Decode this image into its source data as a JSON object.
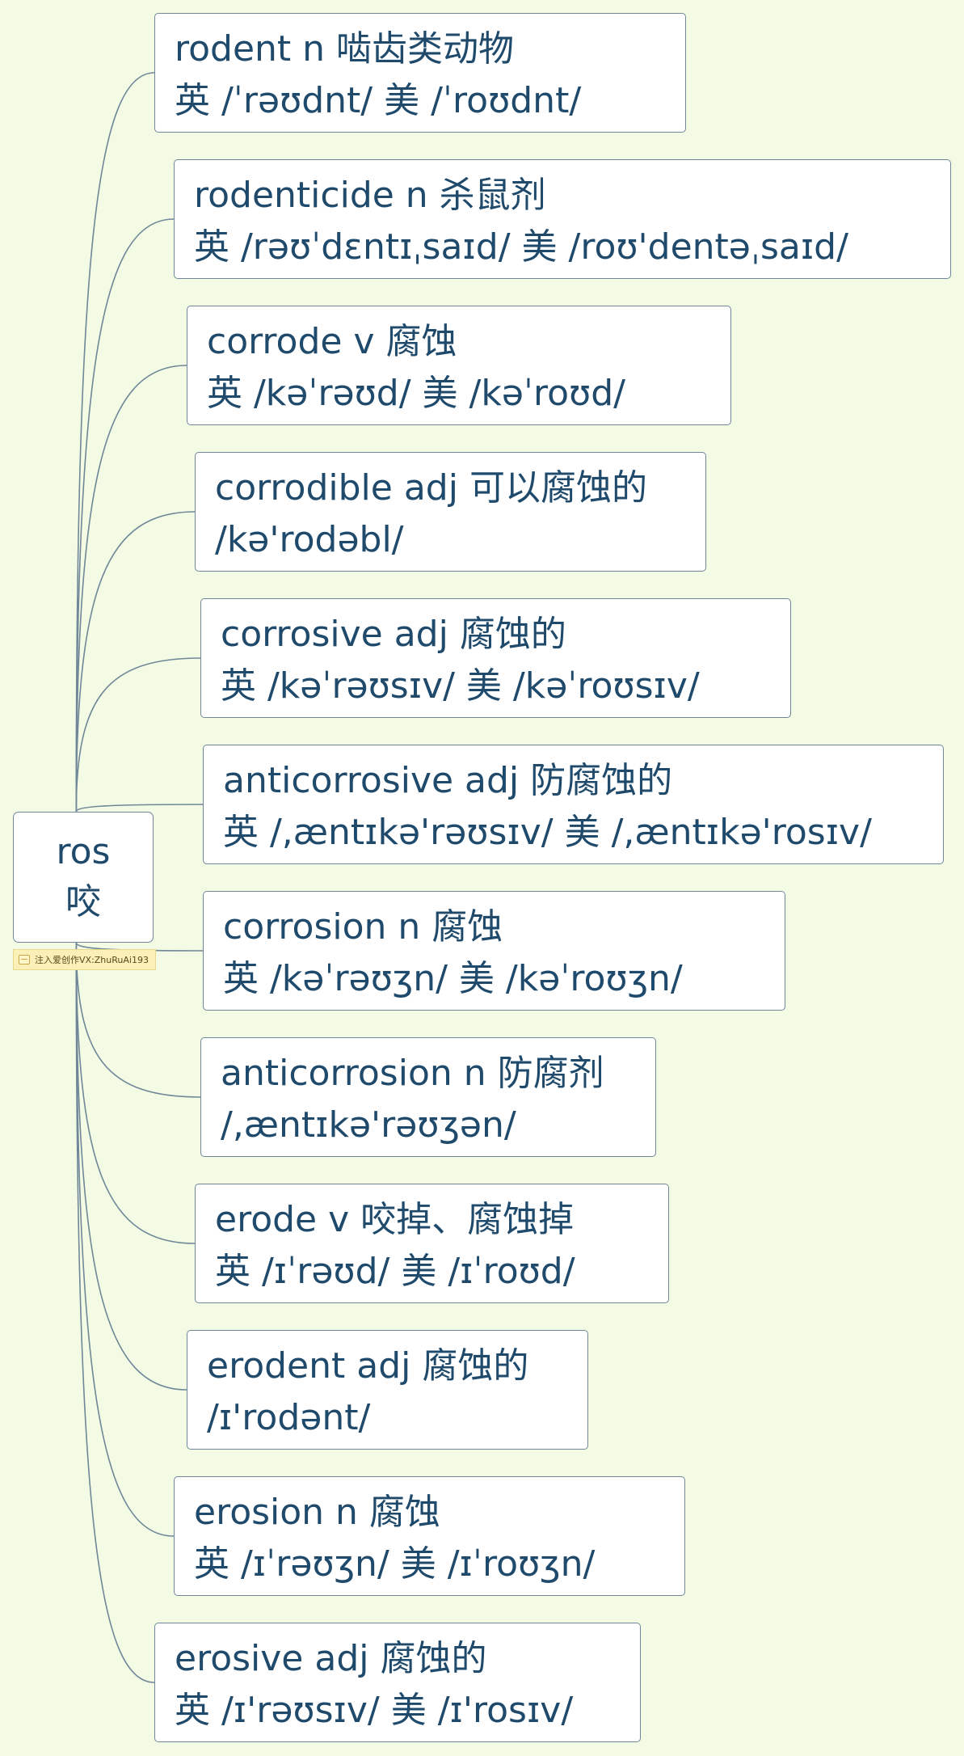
{
  "root": {
    "title": "ros",
    "meaning": "咬",
    "note": "注入爱创作VX:ZhuRuAi193"
  },
  "nodes": [
    {
      "line1": "rodent n 啮齿类动物",
      "line2": "英 /ˈrəʊdnt/  美 /ˈroʊdnt/"
    },
    {
      "line1": "rodenticide n 杀鼠剂",
      "line2": "英 /rəʊˈdɛntɪˌsaɪd/  美 /roʊ'dentəˌsaɪd/"
    },
    {
      "line1": "corrode v 腐蚀",
      "line2": "英 /kəˈrəʊd/  美 /kəˈroʊd/"
    },
    {
      "line1": "corrodible adj 可以腐蚀的",
      "line2": "/kə'rodəbl/"
    },
    {
      "line1": "corrosive adj 腐蚀的",
      "line2": "英 /kəˈrəʊsɪv/  美 /kəˈroʊsɪv/"
    },
    {
      "line1": "anticorrosive adj 防腐蚀的",
      "line2": "英 /,æntɪkə'rəʊsɪv/  美 /,æntɪkə'rosɪv/"
    },
    {
      "line1": "corrosion n 腐蚀",
      "line2": "英 /kəˈrəʊʒn/  美 /kəˈroʊʒn/"
    },
    {
      "line1": "anticorrosion n 防腐剂",
      "line2": "/,æntɪkə'rəʊʒən/"
    },
    {
      "line1": "erode v  咬掉、腐蚀掉",
      "line2": "英 /ɪˈrəʊd/  美 /ɪˈroʊd/"
    },
    {
      "line1": "erodent adj 腐蚀的",
      "line2": "/ɪ'rodənt/"
    },
    {
      "line1": "erosion n 腐蚀",
      "line2": "英 /ɪˈrəʊʒn/  美 /ɪˈroʊʒn/"
    },
    {
      "line1": "erosive adj 腐蚀的",
      "line2": "英 /ɪ'rəʊsɪv/  美 /ɪ'rosɪv/"
    }
  ],
  "colors": {
    "background": "#f4fbe4",
    "node_border": "#6f8798",
    "connector": "#6f8798",
    "text": "#1f4a6b",
    "note_background": "#fbf0b8"
  }
}
